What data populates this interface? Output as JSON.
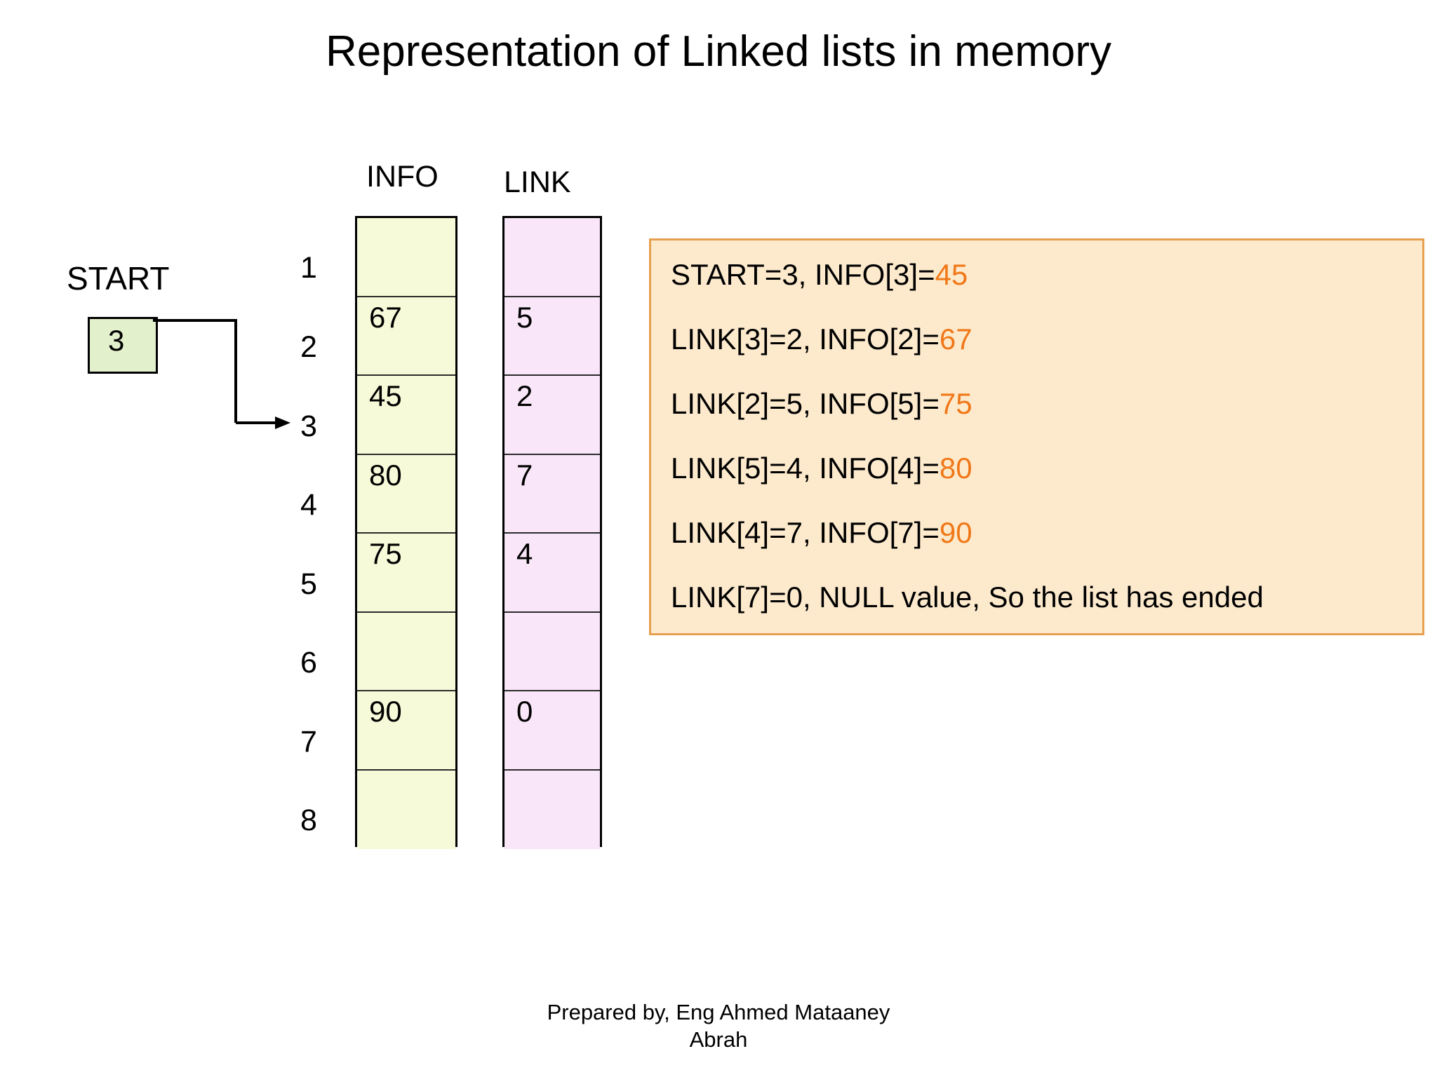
{
  "title": "Representation of Linked lists in memory",
  "start": {
    "label": "START",
    "value": "3"
  },
  "columns": {
    "info_header": "INFO",
    "link_header": "LINK"
  },
  "row_indices": [
    "1",
    "2",
    "3",
    "4",
    "5",
    "6",
    "7",
    "8"
  ],
  "info_values": [
    "",
    "67",
    "45",
    "80",
    "75",
    "",
    "90",
    ""
  ],
  "link_values": [
    "",
    "5",
    "2",
    "7",
    "4",
    "",
    "0",
    ""
  ],
  "explanation": {
    "lines": [
      {
        "text": "START=3, INFO[3]=",
        "highlight": "45"
      },
      {
        "text": "LINK[3]=2, INFO[2]=",
        "highlight": "67"
      },
      {
        "text": "LINK[2]=5, INFO[5]=",
        "highlight": "75"
      },
      {
        "text": "LINK[5]=4, INFO[4]=",
        "highlight": "80"
      },
      {
        "text": "LINK[4]=7, INFO[7]=",
        "highlight": "90"
      },
      {
        "text": "LINK[7]=0, NULL value, So the list has ended",
        "highlight": ""
      }
    ],
    "l0_text": "START=3, INFO[3]=",
    "l0_hl": "45",
    "l1_text": "LINK[3]=2, INFO[2]=",
    "l1_hl": "67",
    "l2_text": "LINK[2]=5, INFO[5]=",
    "l2_hl": "75",
    "l3_text": "LINK[5]=4, INFO[4]=",
    "l3_hl": "80",
    "l4_text": "LINK[4]=7, INFO[7]=",
    "l4_hl": "90",
    "l5_text": "LINK[7]=0, NULL value, So the list has ended",
    "l5_hl": ""
  },
  "footer": {
    "line1": "Prepared by, Eng Ahmed Mataaney",
    "line2": "Abrah"
  },
  "colors": {
    "info_fill": "#f7fad8",
    "link_fill": "#fae6f9",
    "start_fill": "#e2f0cb",
    "explain_fill": "#fdeacd",
    "explain_border": "#e8a050",
    "highlight_text": "#f07818",
    "stroke": "#000000"
  }
}
